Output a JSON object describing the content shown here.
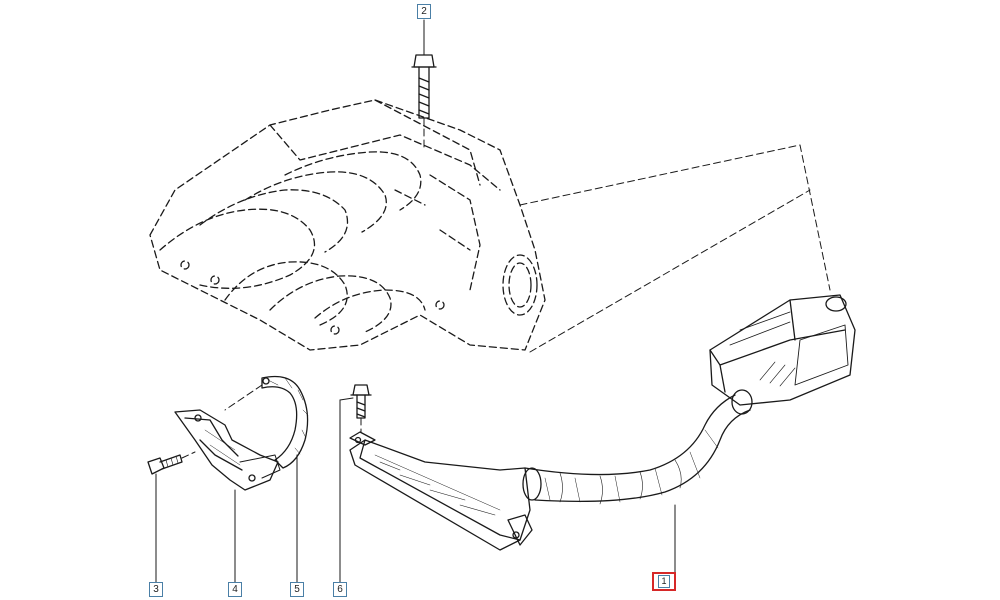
{
  "callouts": [
    {
      "id": "c1",
      "label": "1",
      "selected": true,
      "highlight_color": "#d62828"
    },
    {
      "id": "c2",
      "label": "2",
      "selected": false
    },
    {
      "id": "c3",
      "label": "3",
      "selected": false
    },
    {
      "id": "c4",
      "label": "4",
      "selected": false
    },
    {
      "id": "c5",
      "label": "5",
      "selected": false
    },
    {
      "id": "c6",
      "label": "6",
      "selected": false
    }
  ],
  "colors": {
    "callout_border": "#4a7fa6",
    "selected_border": "#d62828",
    "line_art": "#1a1a1a"
  }
}
